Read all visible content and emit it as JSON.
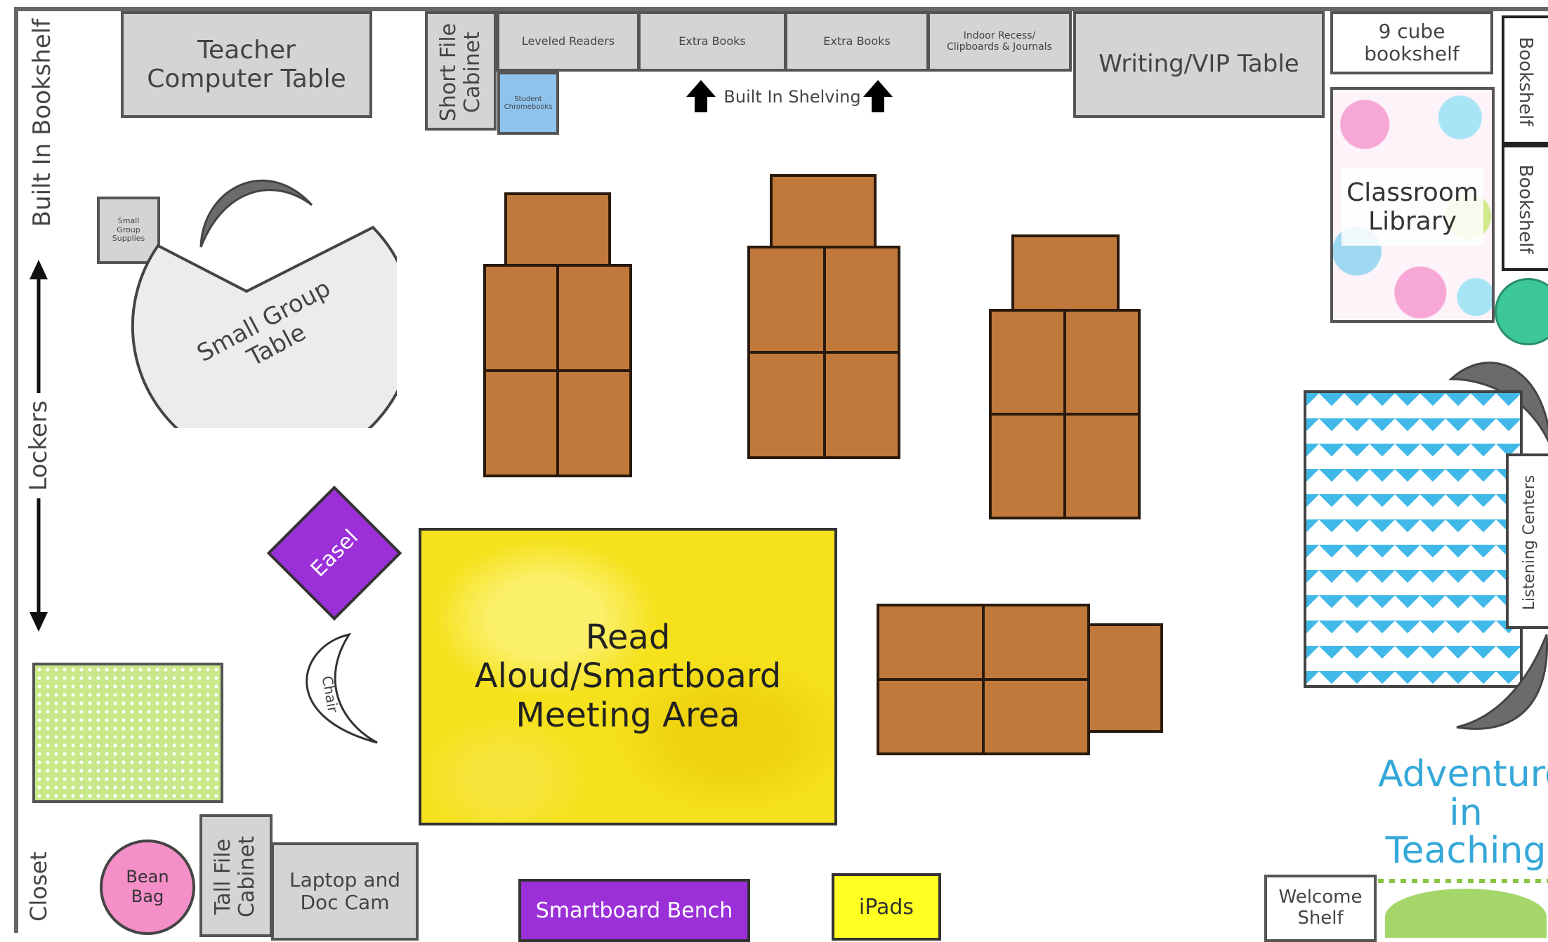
{
  "labels": {
    "teacher_computer_table": "Teacher Computer Table",
    "short_file_cabinet": "Short File Cabinet",
    "leveled_readers": "Leveled Readers",
    "extra_books_1": "Extra Books",
    "extra_books_2": "Extra Books",
    "indoor_recess": "Indoor Recess/ Clipboards & Journals",
    "writing_vip_table": "Writing/VIP Table",
    "cube_bookshelf": "9 cube bookshelf",
    "bookshelf_1": "Bookshelf",
    "bookshelf_2": "Bookshelf",
    "classroom_library": "Classroom Library",
    "built_in_shelving": "Built In Shelving",
    "small_group_supplies": "Small Group Supplies",
    "student_chromebooks": "Student Chromebooks",
    "built_in_bookshelf": "Built In Bookshelf",
    "lockers": "Lockers",
    "small_group_table": "Small Group Table",
    "easel": "Easel",
    "chair": "Chair",
    "read_aloud": "Read Aloud/Smartboard Meeting Area",
    "listening_centers": "Listening Centers",
    "closet": "Closet",
    "bean_bag": "Bean Bag",
    "tall_file_cabinet": "Tall File Cabinet",
    "laptop_doc_cam": "Laptop and Doc Cam",
    "smartboard_bench": "Smartboard Bench",
    "ipads": "iPads",
    "welcome_shelf": "Welcome Shelf",
    "watermark": "Adventures in Teaching"
  },
  "colors": {
    "desk": "#c0793a",
    "furniture": "#d4d4d4",
    "easel": "#9b30d9",
    "smartboard_bench": "#9b30d9",
    "ipads": "#ffff22",
    "meeting_area": "#f5e11c",
    "bean_bag": "#f48fc8",
    "rug_green": "#c9e88a",
    "rug_chevron": "#41b9e8",
    "chair_grey": "#6b6b6b",
    "teal_seat": "#3cc79a",
    "chromebooks": "#8ec3ee"
  }
}
